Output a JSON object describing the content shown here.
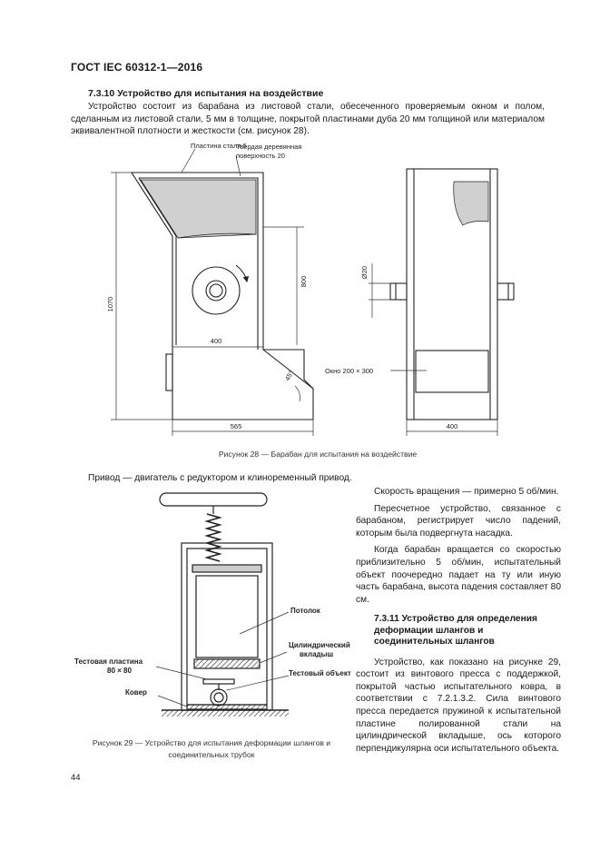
{
  "header": "ГОСТ IEC 60312-1—2016",
  "section": {
    "title": "7.3.10 Устройство для испытания на воздействие",
    "body": "Устройство состоит из барабана из листовой стали, обесеченного проверяемым окном и полом, сделанным из листовой стали, 5 мм в толщине, покрытой пластинами дуба 20 мм толщиной или материалом эквивалентной плотности и жесткости (см. рисунок 28)."
  },
  "figure28": {
    "label_plate": "Пластина стали 5",
    "label_wood_1": "Твердая деревянная",
    "label_wood_2": "поверхность 20",
    "dim_1070": "1070",
    "dim_800": "800",
    "dim_400_top": "400",
    "dim_565": "565",
    "dim_45": "45°",
    "dim_d20": "Ø20",
    "label_window": "Окно 200 × 300",
    "dim_400_side": "400",
    "caption": "Рисунок 28 — Барабан для испытания на воздействие"
  },
  "drive_text": "Привод — двигатель с редуктором и клиноременный привод.",
  "right_col": {
    "p_speed": "Скорость вращения — примерно 5 об/мин.",
    "p_counter": "Пересчетное устройство, связанное с барабаном, регистрирует число падений, которым была подвергнута насадка.",
    "p_rotation": "Когда барабан вращается со скоростью приблизительно 5 об/мин, испытательный объект поочередно падает на ту или иную часть барабана, высота падения составляет 80 см.",
    "sub_title": "7.3.11 Устройство для определения деформации шлангов и соединительных шлангов",
    "p_device": "Устройство, как показано на рисунке 29, состоит из винтового пресса с поддержкой, покрытой частью испытательного ковра, в соответствии с 7.2.1.3.2. Сила винтового пресса передается пружиной к испытательной пластине полированной стали на цилиндрической вкладыше, ось которого перпендикулярна оси испытательного объекта."
  },
  "figure29": {
    "label_ceiling": "Потолок",
    "label_cyl_1": "Цилиндрический",
    "label_cyl_2": "вкладыш",
    "label_test_plate_1": "Тестовая пластина",
    "label_test_plate_2": "80 × 80",
    "label_test_object": "Тестовый объект",
    "label_carpet": "Ковер",
    "caption_1": "Рисунок 29 — Устройство для испытания деформации шлангов и",
    "caption_2": "соединительных трубок"
  },
  "page_number": "44"
}
